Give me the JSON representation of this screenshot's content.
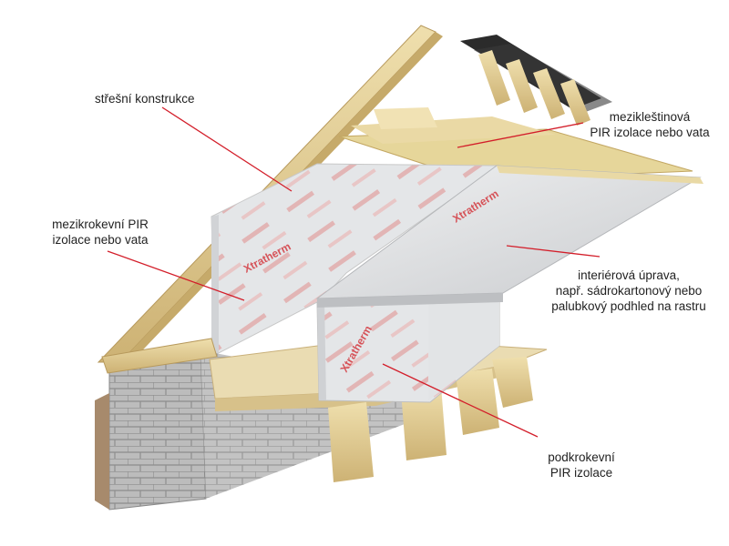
{
  "colors": {
    "leader": "#d31e2a",
    "timber": "#e9d7a0",
    "timber_dark": "#c9ae6f",
    "pir_board": "#e6e8ea",
    "pir_print": "#d2232a",
    "plasterboard": "#d8dadd",
    "brick": "#b8b8b8",
    "mortar": "#8f8f8f",
    "roof_tile": "#2a2a2a"
  },
  "icons": {
    "board_brand": "Xtratherm"
  },
  "labels": {
    "roof_structure": "střešní konstrukce",
    "collar_insulation_1": "mezikleštinová",
    "collar_insulation_2": "PIR izolace nebo vata",
    "rafter_insulation_1": "mezikrokevní PIR",
    "rafter_insulation_2": "izolace nebo vata",
    "interior_finish_1": "interiérová úprava,",
    "interior_finish_2": "např. sádrokartonový nebo",
    "interior_finish_3": "palubkový podhled na rastru",
    "under_rafter_1": "podkrokevní",
    "under_rafter_2": "PIR  izolace"
  }
}
